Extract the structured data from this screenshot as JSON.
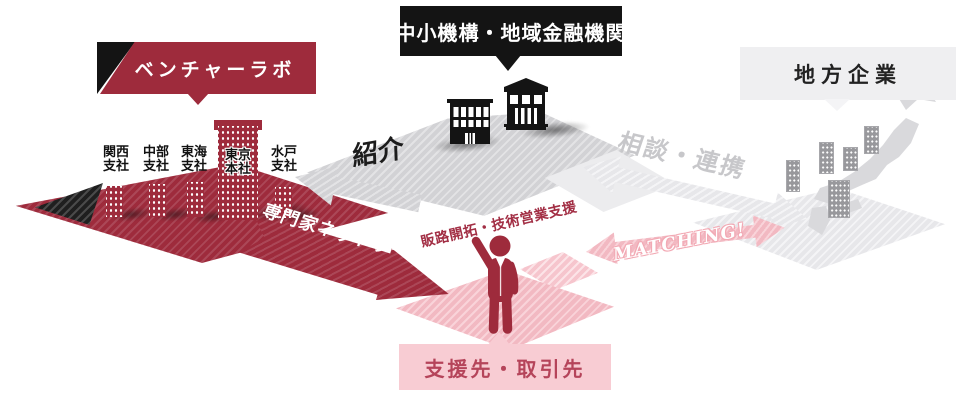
{
  "diagram": {
    "banner_venture": "ベンチャーラボ",
    "banner_sme": "中小機構・地域金融機関",
    "banner_regional": "地方企業",
    "branches": [
      {
        "l1": "関西",
        "l2": "支社"
      },
      {
        "l1": "中部",
        "l2": "支社"
      },
      {
        "l1": "東海",
        "l2": "支社"
      },
      {
        "l1": "東京",
        "l2": "本社"
      },
      {
        "l1": "水戸",
        "l2": "支社"
      }
    ],
    "labels": {
      "introduction": "紹介",
      "consultation": "相談・連携",
      "expert_network": "専門家ネットワーク",
      "sales_support": "販路開拓・技術営業支援",
      "matching": "MATCHING!",
      "partners": "支援先・取引先"
    },
    "colors": {
      "dark_red": "#9e2b3c",
      "black": "#141414",
      "banner_gray": "#efeff1",
      "gray_text": "#c7c7ca",
      "pink_arrow": "#f2b9c2",
      "pink_box": "#f8ccd3",
      "pink_text": "#b5445a"
    }
  }
}
